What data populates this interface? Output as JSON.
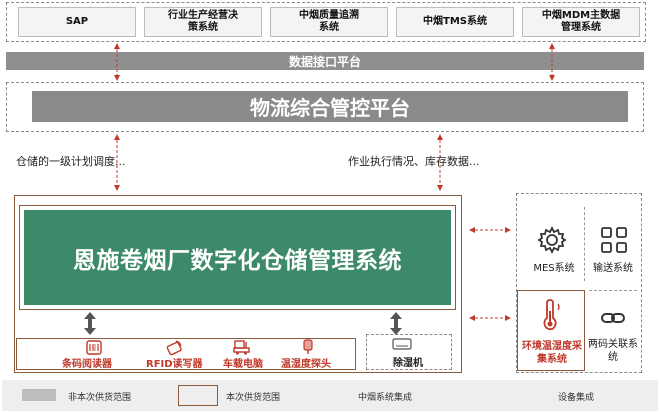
{
  "top_systems": [
    {
      "label": "SAP"
    },
    {
      "label": "行业生产经营决策系统"
    },
    {
      "label": "中烟质量追溯系统"
    },
    {
      "label": "中烟TMS系统"
    },
    {
      "label": "中烟MDM主数据管理系统"
    }
  ],
  "interface_platform": "数据接口平台",
  "logistics_platform": "物流综合管控平台",
  "left_flow_text": "仓储的一级计划调度...",
  "right_flow_text": "作业执行情况、库存数据...",
  "main_system": "恩施卷烟厂数字化仓储管理系统",
  "devices": [
    {
      "label": "条码阅读器",
      "icon": "barcode-reader-icon"
    },
    {
      "label": "RFID读写器",
      "icon": "rfid-reader-icon"
    },
    {
      "label": "车载电脑",
      "icon": "vehicle-computer-icon"
    },
    {
      "label": "温湿度探头",
      "icon": "temperature-humidity-probe-icon"
    }
  ],
  "dehumidifier": {
    "label": "除湿机",
    "icon": "dehumidifier-icon"
  },
  "right_systems": [
    {
      "label": "MES系统",
      "icon": "gear-icon"
    },
    {
      "label": "输送系统",
      "icon": "grid-icon"
    },
    {
      "label": "环境温湿度采集系统",
      "icon": "thermometer-icon"
    },
    {
      "label": "两码关联系统",
      "icon": "link-icon"
    }
  ],
  "legend": {
    "not_in_scope": "非本次供货范围",
    "in_scope": "本次供货范围",
    "tobacco_integration": "中烟系统集成",
    "device_integration": "设备集成"
  },
  "colors": {
    "accent_red": "#c0392b",
    "main_green": "#3d8a6a",
    "brown_border": "#8b5a3c",
    "platform_gray": "#8c8c8c"
  }
}
